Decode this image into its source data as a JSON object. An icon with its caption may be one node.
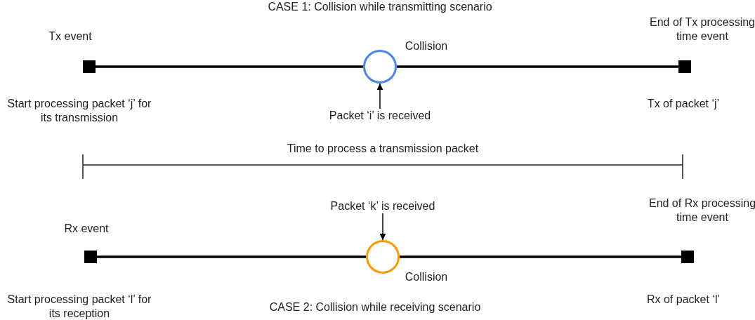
{
  "diagram": {
    "nodes": [
      {
        "text": [],
        "shape": "box",
        "beside": [
          "Tx event",
          "Start processing packet ‘j’ for its transmission"
        ]
      },
      {
        "text": [],
        "shape": "box",
        "beside": [
          "End of Tx processing time event",
          "Tx of packet ‘j’"
        ]
      },
      {
        "text": [],
        "shape": "circle",
        "beside": [
          "Collision"
        ]
      },
      {
        "text": [
          "Packet ‘i’ is received"
        ]
      },
      {
        "text": [],
        "shape": "box",
        "beside": [
          "Rx event",
          "Start processing packet ‘l’ for its reception"
        ]
      },
      {
        "text": [],
        "shape": "box",
        "beside": [
          "End of Rx processing time event",
          "Rx of packet ‘l’"
        ]
      },
      {
        "text": [],
        "shape": "circle",
        "beside": [
          "Collision"
        ]
      },
      {
        "text": [
          "Packet ‘k’ is received"
        ]
      }
    ],
    "edges": [
      {
        "from": 0,
        "to": 2,
        "arrow": "none"
      },
      {
        "from": 2,
        "to": 1,
        "arrow": "none"
      },
      {
        "from": 3,
        "to": 2,
        "arrow": "to"
      },
      {
        "from": 4,
        "to": 6,
        "arrow": "none"
      },
      {
        "from": 6,
        "to": 5,
        "arrow": "none"
      },
      {
        "from": 7,
        "to": 6,
        "arrow": "to"
      }
    ],
    "labels": [
      "CASE 1: Collision while transmitting scenario",
      "Time to process a transmission packet",
      "CASE 2: Collision while receiving scenario"
    ]
  }
}
